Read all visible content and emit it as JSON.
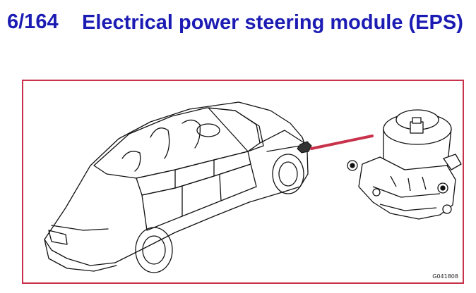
{
  "heading": {
    "section_number": "6/164",
    "title": "Electrical power steering module (EPS)"
  },
  "figure": {
    "reference_code": "G041808",
    "border_color": "#c8324b",
    "pointer_color": "#c8324b",
    "title_color": "#1c1cb4"
  }
}
